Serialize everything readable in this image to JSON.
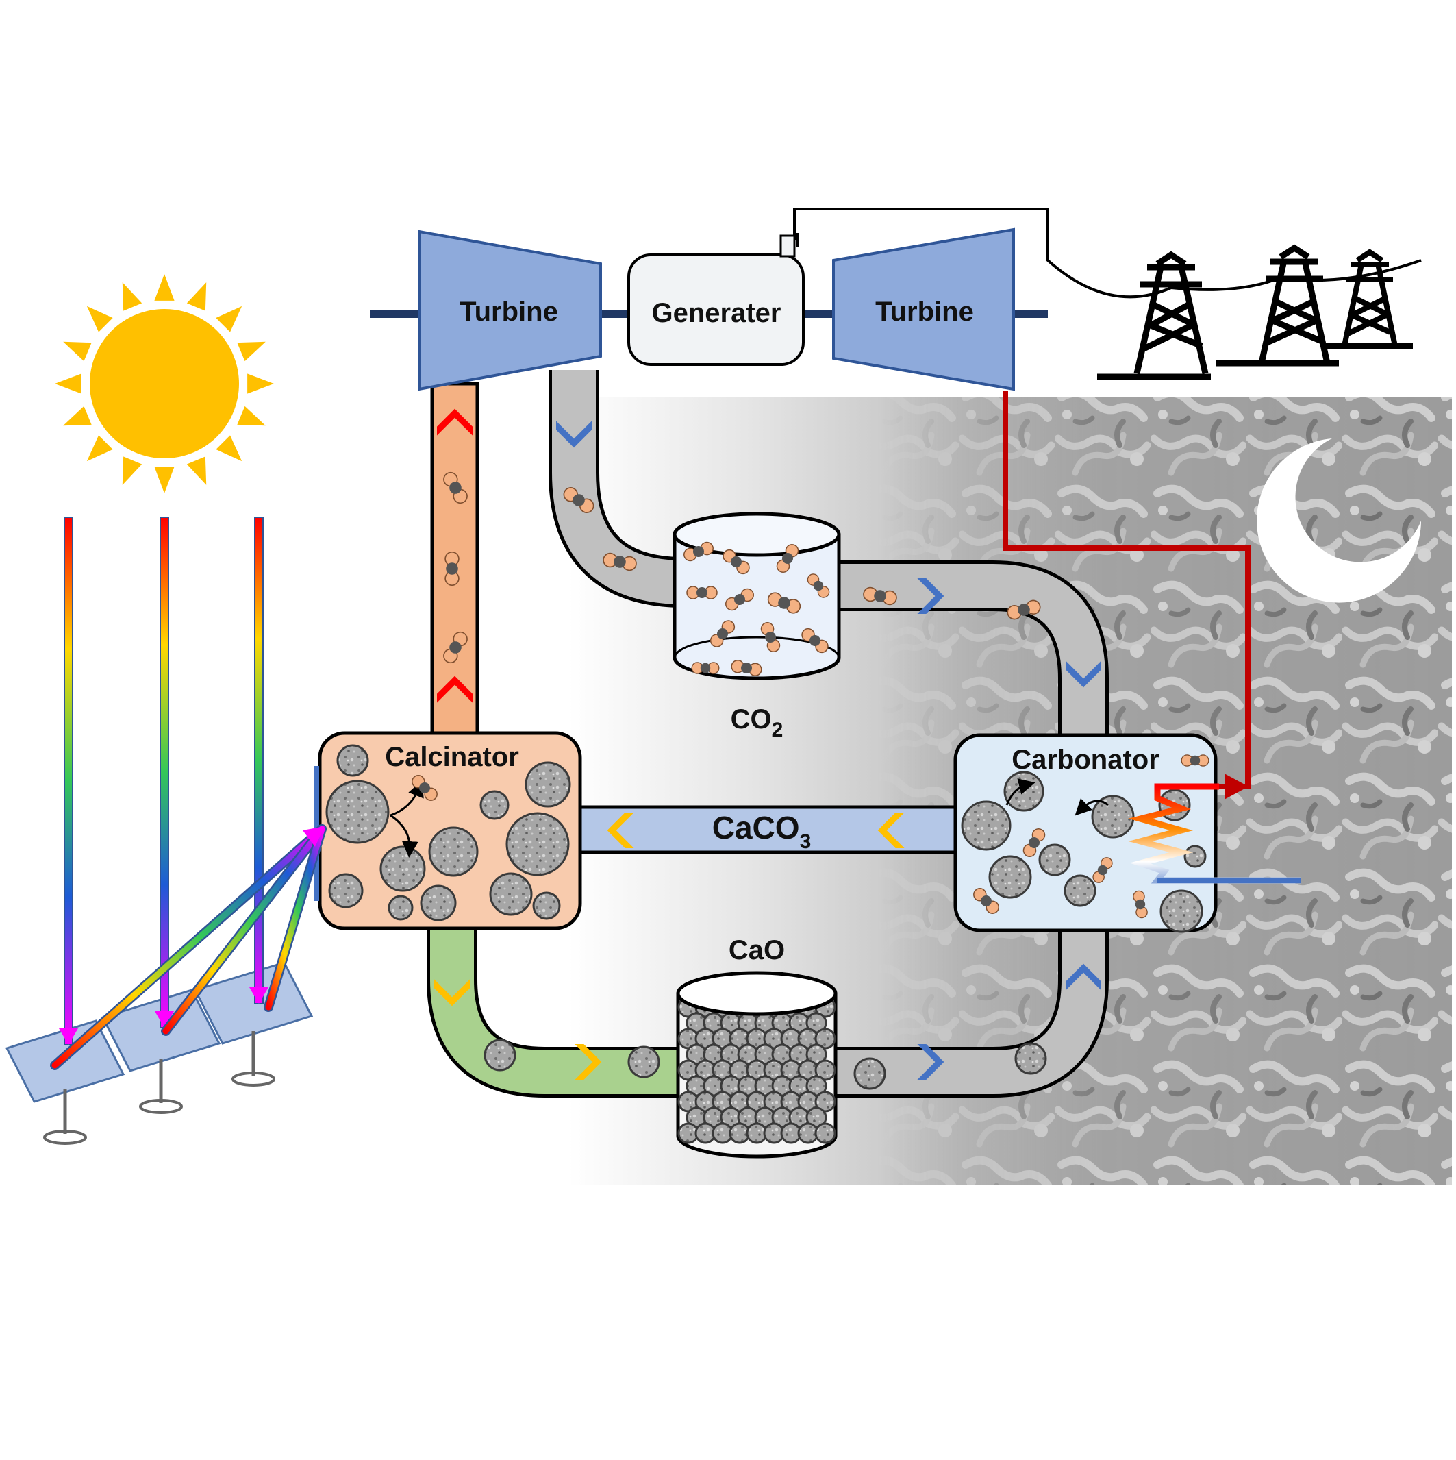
{
  "labels": {
    "turbine_left": "Turbine",
    "generator": "Generater",
    "turbine_right": "Turbine",
    "calcinator": "Calcinator",
    "carbonator": "Carbonator",
    "co2_main": "CO",
    "co2_sub": "2",
    "caco3_main": "CaCO",
    "caco3_sub": "3",
    "cao": "CaO"
  },
  "colors": {
    "turbine": "#8eaadb",
    "generator": "#f1f3f5",
    "calcinator": "#f8cbad",
    "carbonator": "#ddebf7",
    "hot_pipe": "#f4b183",
    "co2_pipe": "#c0c0c0",
    "caco3_pipe": "#b4c7e7",
    "cao_pipe": "#a9d18e",
    "return_pipe": "#c0c0c0",
    "chevron_red": "#ff0000",
    "chevron_blue": "#4472c4",
    "chevron_yellow": "#ffc000",
    "heat_line": "#c00000",
    "sun": "#ffc000",
    "particle": "#f4b183"
  },
  "icons": {
    "sun": "sun-icon",
    "moon": "crescent-moon-icon",
    "pylon": "transmission-tower-icon",
    "heliostat": "heliostat-mirror-icon"
  }
}
